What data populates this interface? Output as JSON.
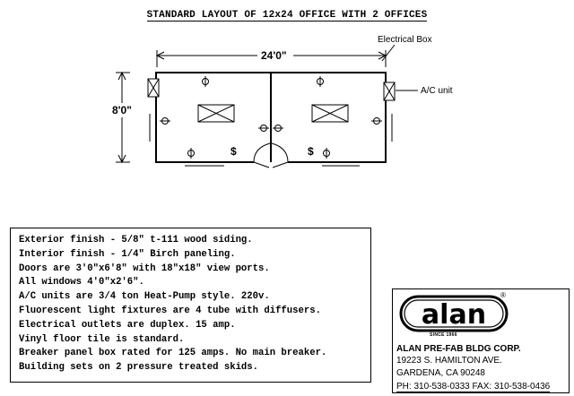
{
  "title": "STANDARD LAYOUT OF 12x24 OFFICE WITH 2 OFFICES",
  "plan": {
    "width_label": "24'0\"",
    "depth_label": "8'0\"",
    "electrical_box_label": "Electrical Box",
    "ac_unit_label": "A/C unit",
    "outlet_symbol": "$"
  },
  "specs": [
    "Exterior finish - 5/8\" t-111 wood siding.",
    "Interior finish - 1/4\" Birch paneling.",
    "Doors are 3'0\"x6'8\" with 18\"x18\" view ports.",
    "All windows 4'0\"x2'6\".",
    "A/C units are 3/4 ton Heat-Pump style.  220v.",
    "Fluorescent light fixtures are 4 tube with diffusers.",
    "Electrical outlets are duplex. 15 amp.",
    "Vinyl floor tile is standard.",
    "Breaker panel box rated for 125 amps.  No main breaker.",
    "Building sets on 2 pressure treated skids."
  ],
  "company": {
    "logo_text": "alan",
    "since": "SINCE 1966",
    "registered": "®",
    "name": "ALAN PRE-FAB BLDG CORP.",
    "address1": "19223 S. HAMILTON AVE.",
    "address2": "GARDENA, CA 90248",
    "phone": "PH: 310-538-0333  FAX: 310-538-0436"
  }
}
